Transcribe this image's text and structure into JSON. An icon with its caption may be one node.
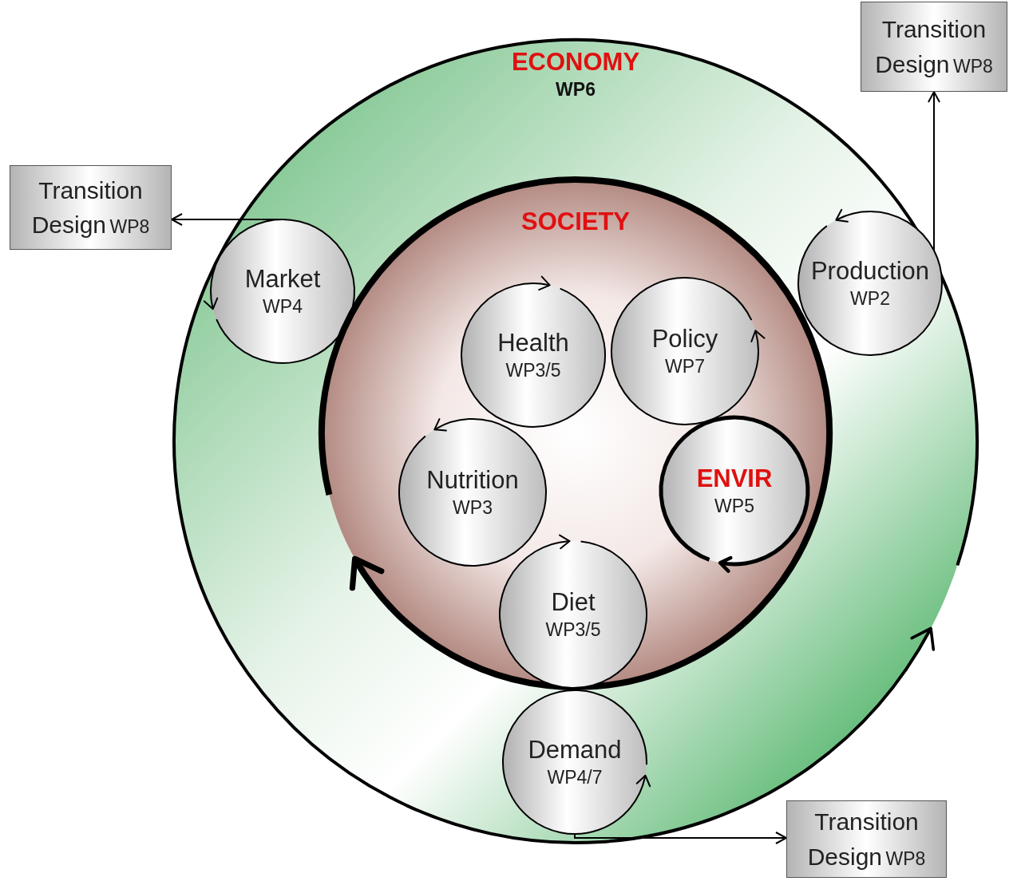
{
  "diagram": {
    "nodes": [
      {
        "text": [
          "ECONOMY",
          "WP6"
        ]
      },
      {
        "text": [
          "Transition Design",
          "WP8"
        ]
      },
      {
        "text": [
          "Transition Design",
          "WP8"
        ]
      },
      {
        "text": [
          "Market",
          "WP4"
        ],
        "in": 0
      },
      {
        "text": [
          "SOCIETY"
        ],
        "in": 0
      },
      {
        "text": [
          "Production",
          "WP2"
        ],
        "in": 0
      },
      {
        "text": [
          "Health",
          "WP3/5"
        ],
        "in": 4
      },
      {
        "text": [
          "Policy",
          "WP7"
        ],
        "in": 4
      },
      {
        "text": [
          "Nutrition",
          "WP3"
        ],
        "in": 4
      },
      {
        "text": [
          "ENVIR",
          "WP5"
        ],
        "in": 4
      },
      {
        "text": [
          "Diet",
          "WP3/5"
        ],
        "in": 4
      },
      {
        "text": [
          "Demand",
          "WP4/7"
        ],
        "in": 0
      },
      {
        "text": [
          "Transition Design",
          "WP8"
        ]
      }
    ],
    "edges": [
      {
        "from": 3,
        "to": 2,
        "arrow": "to"
      },
      {
        "from": 5,
        "to": 1,
        "arrow": "to"
      },
      {
        "from": 11,
        "to": 12,
        "arrow": "to"
      }
    ]
  }
}
